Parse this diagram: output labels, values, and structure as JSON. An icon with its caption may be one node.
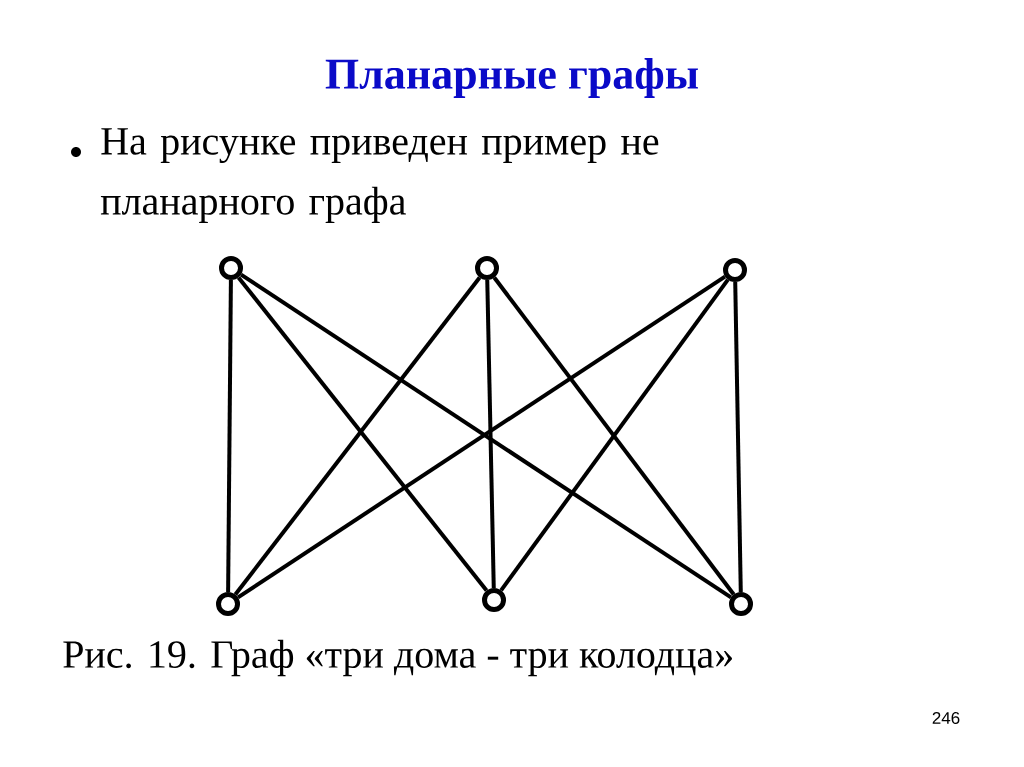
{
  "diagram": {
    "title": "Планарные графы",
    "caption": "Рис. 19. Граф «три дома - три колодца»",
    "nodes": [
      {
        "text": [],
        "shape": "circle"
      },
      {
        "text": [],
        "shape": "circle"
      },
      {
        "text": [],
        "shape": "circle"
      },
      {
        "text": [],
        "shape": "circle"
      },
      {
        "text": [],
        "shape": "circle"
      },
      {
        "text": [],
        "shape": "circle"
      }
    ],
    "edges": [
      {
        "from": 0,
        "to": 3,
        "arrow": "none"
      },
      {
        "from": 0,
        "to": 4,
        "arrow": "none"
      },
      {
        "from": 0,
        "to": 5,
        "arrow": "none"
      },
      {
        "from": 1,
        "to": 3,
        "arrow": "none"
      },
      {
        "from": 1,
        "to": 4,
        "arrow": "none"
      },
      {
        "from": 1,
        "to": 5,
        "arrow": "none"
      },
      {
        "from": 2,
        "to": 3,
        "arrow": "none"
      },
      {
        "from": 2,
        "to": 4,
        "arrow": "none"
      },
      {
        "from": 2,
        "to": 5,
        "arrow": "none"
      }
    ],
    "labels": [
      "На рисунке приведен пример не планарного графа",
      "246"
    ]
  }
}
